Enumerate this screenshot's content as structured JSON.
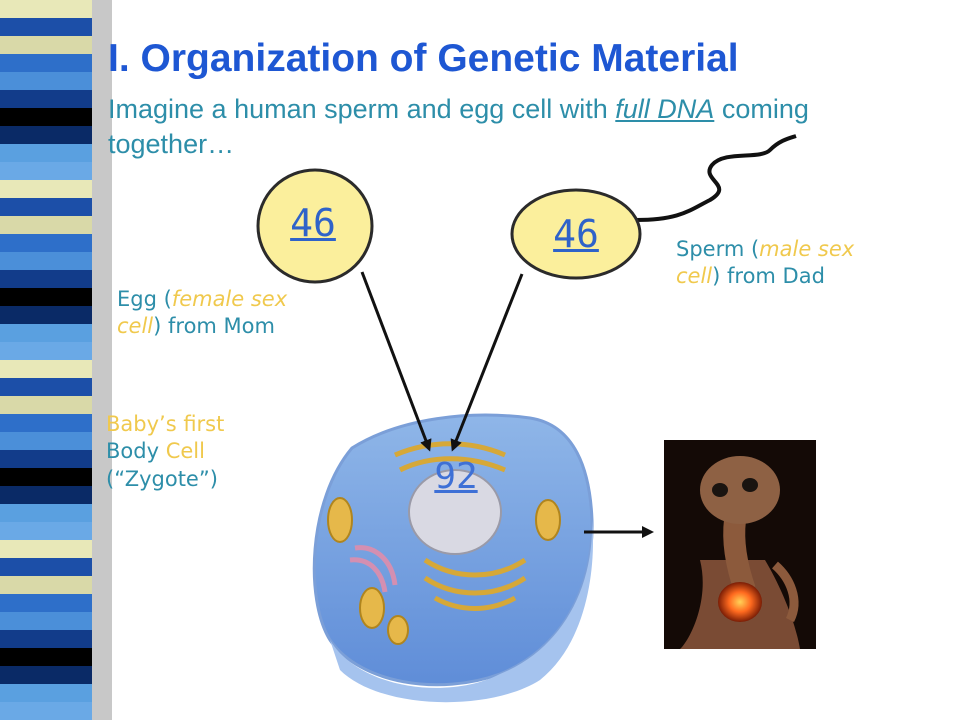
{
  "title": "I. Organization of Genetic Material",
  "subtitle": {
    "before": "Imagine a human sperm and egg cell with ",
    "emphasis": "full DNA",
    "after": " coming together…"
  },
  "egg": {
    "count": "46",
    "label_name": "Egg (",
    "label_italic": "female sex cell",
    "label_rest": ") from Mom"
  },
  "sperm": {
    "count": "46",
    "label_name": "Sperm (",
    "label_italic": "male sex cell",
    "label_rest": ") from Dad"
  },
  "zygote": {
    "count": "92",
    "label_line1": "Baby’s first",
    "label_body": "Body ",
    "label_cell": "Cell",
    "label_line3": "(“Zygote”)"
  },
  "colors": {
    "title": "#1e57d3",
    "subtitle": "#2d8ea9",
    "label_yellow": "#f0c94d",
    "cell_fill": "#fbef9c",
    "cell_stroke": "#2b2b2b"
  },
  "icons": [
    "sperm-tail-icon",
    "animal-cell-icon",
    "alien-icon",
    "arrow-icon"
  ]
}
